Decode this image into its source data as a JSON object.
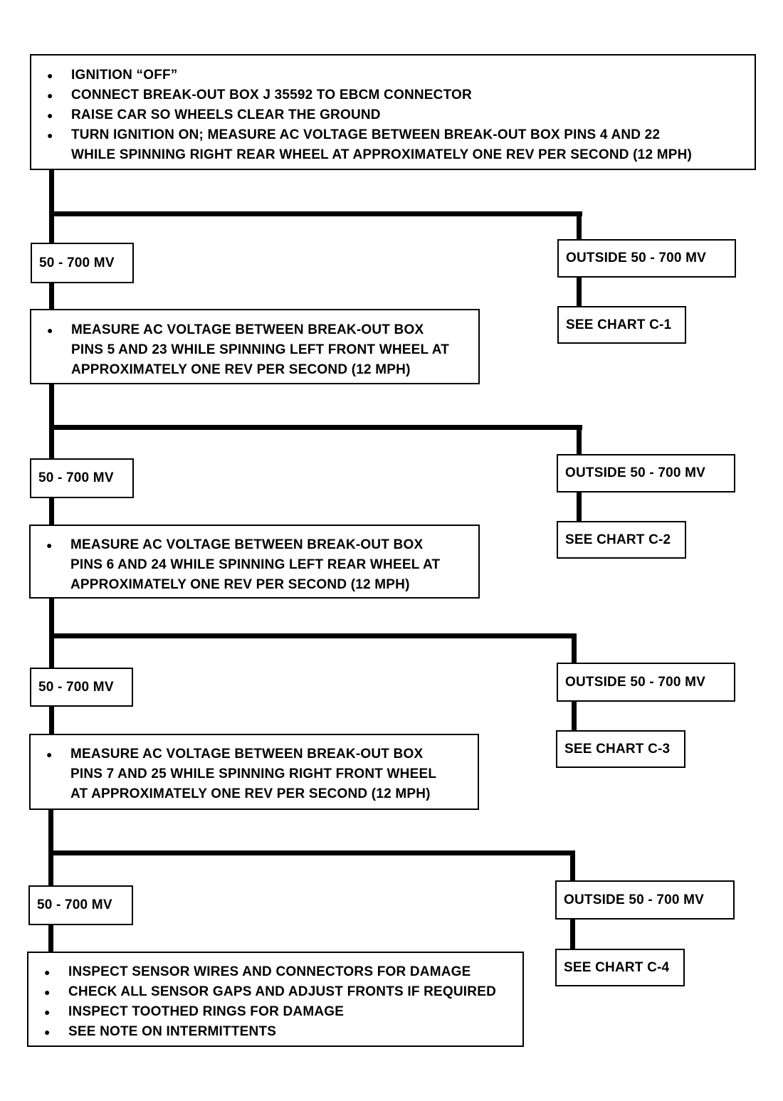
{
  "start_box": {
    "items": [
      "IGNITION “OFF”",
      "CONNECT BREAK-OUT BOX J 35592 TO EBCM CONNECTOR",
      "RAISE CAR SO WHEELS CLEAR THE GROUND",
      "TURN IGNITION ON; MEASURE AC VOLTAGE BETWEEN BREAK-OUT BOX PINS 4 AND 22",
      "WHILE SPINNING RIGHT REAR WHEEL AT APPROXIMATELY ONE REV PER SECOND (12 MPH)"
    ]
  },
  "steps": [
    {
      "pass_label": "50 - 700 MV",
      "fail_label": "OUTSIDE 50 - 700 MV",
      "fail_action": "SEE CHART C-1",
      "measure_lines": [
        "MEASURE AC VOLTAGE BETWEEN BREAK-OUT BOX",
        "PINS 5 AND 23 WHILE SPINNING LEFT FRONT WHEEL AT",
        "APPROXIMATELY ONE REV PER SECOND (12 MPH)"
      ]
    },
    {
      "pass_label": "50 - 700 MV",
      "fail_label": "OUTSIDE 50 - 700 MV",
      "fail_action": "SEE CHART C-2",
      "measure_lines": [
        "MEASURE AC VOLTAGE BETWEEN BREAK-OUT BOX",
        "PINS 6 AND 24 WHILE SPINNING LEFT REAR WHEEL AT",
        "APPROXIMATELY ONE REV PER SECOND (12 MPH)"
      ]
    },
    {
      "pass_label": "50 - 700 MV",
      "fail_label": "OUTSIDE 50 - 700 MV",
      "fail_action": "SEE CHART C-3",
      "measure_lines": [
        "MEASURE AC VOLTAGE BETWEEN BREAK-OUT BOX",
        "PINS 7 AND 25 WHILE SPINNING RIGHT FRONT WHEEL",
        "AT APPROXIMATELY ONE REV PER SECOND (12 MPH)"
      ]
    },
    {
      "pass_label": "50 - 700 MV",
      "fail_label": "OUTSIDE 50 - 700 MV",
      "fail_action": "SEE CHART C-4"
    }
  ],
  "final_box": {
    "items": [
      "INSPECT SENSOR WIRES AND CONNECTORS FOR DAMAGE",
      "CHECK ALL SENSOR GAPS AND ADJUST FRONTS IF REQUIRED",
      "INSPECT TOOTHED RINGS FOR DAMAGE",
      "SEE NOTE ON INTERMITTENTS"
    ]
  }
}
